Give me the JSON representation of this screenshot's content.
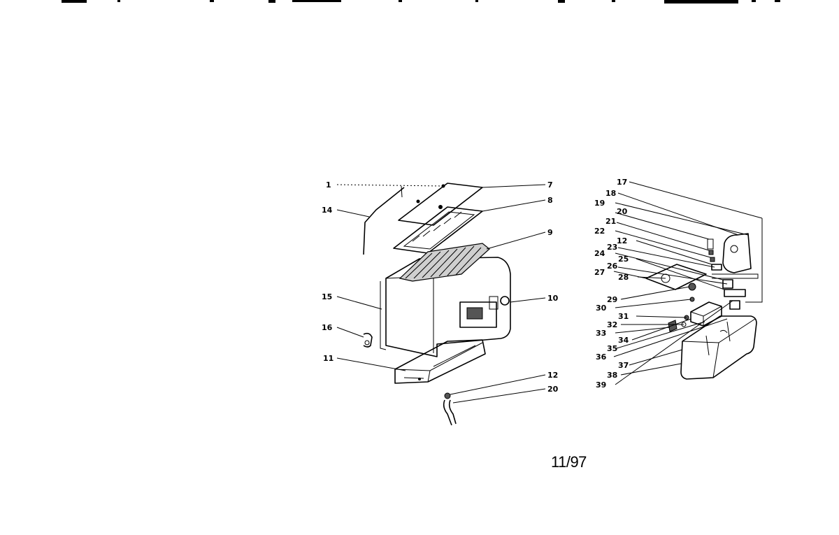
{
  "diagram": {
    "callouts": [
      {
        "id": "c1",
        "text": "1"
      },
      {
        "id": "c7",
        "text": "7"
      },
      {
        "id": "c8",
        "text": "8"
      },
      {
        "id": "c9",
        "text": "9"
      },
      {
        "id": "c10",
        "text": "10"
      },
      {
        "id": "c11",
        "text": "11"
      },
      {
        "id": "c12a",
        "text": "12"
      },
      {
        "id": "c14",
        "text": "14"
      },
      {
        "id": "c15",
        "text": "15"
      },
      {
        "id": "c16",
        "text": "16"
      },
      {
        "id": "c20a",
        "text": "20"
      },
      {
        "id": "c17",
        "text": "17"
      },
      {
        "id": "c18",
        "text": "18"
      },
      {
        "id": "c19",
        "text": "19"
      },
      {
        "id": "c20b",
        "text": "20"
      },
      {
        "id": "c21",
        "text": "21"
      },
      {
        "id": "c22",
        "text": "22"
      },
      {
        "id": "c12b",
        "text": "12"
      },
      {
        "id": "c23",
        "text": "23"
      },
      {
        "id": "c24",
        "text": "24"
      },
      {
        "id": "c25a",
        "text": "25"
      },
      {
        "id": "c26",
        "text": "26"
      },
      {
        "id": "c27",
        "text": "27"
      },
      {
        "id": "c28",
        "text": "28"
      },
      {
        "id": "c29",
        "text": "29"
      },
      {
        "id": "c30",
        "text": "30"
      },
      {
        "id": "c31",
        "text": "31"
      },
      {
        "id": "c32",
        "text": "32"
      },
      {
        "id": "c33",
        "text": "33"
      },
      {
        "id": "c34",
        "text": "34"
      },
      {
        "id": "c35",
        "text": "35"
      },
      {
        "id": "c36",
        "text": "36"
      },
      {
        "id": "c37",
        "text": "37"
      },
      {
        "id": "c38",
        "text": "38"
      },
      {
        "id": "c39",
        "text": "39"
      }
    ]
  },
  "footer": {
    "date": "11/97"
  }
}
